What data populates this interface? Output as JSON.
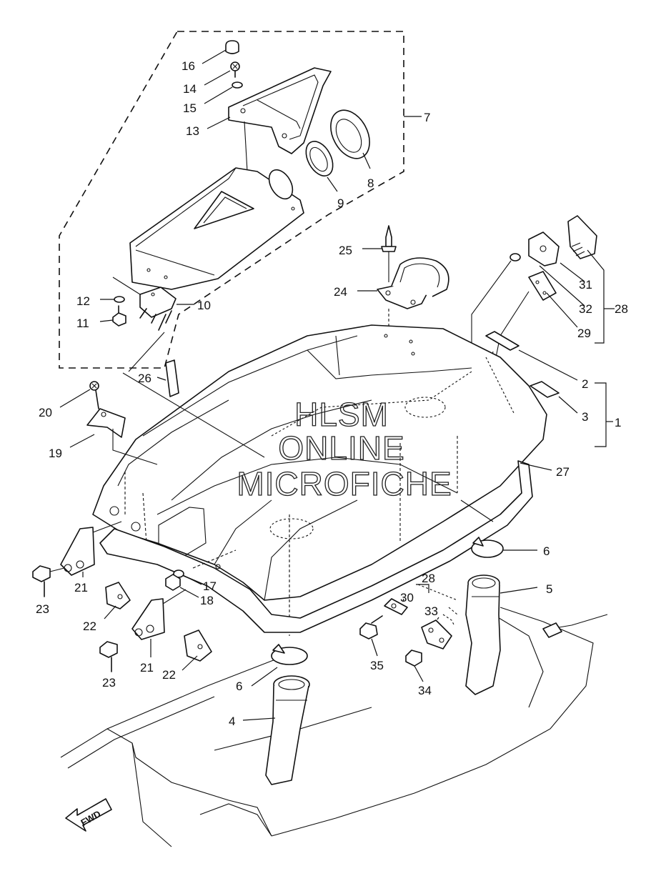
{
  "watermark": {
    "line1": "HLSM",
    "line2": "ONLINE",
    "line3": "MICROFICHE"
  },
  "direction_label": "FWD",
  "callouts": [
    {
      "id": "c16",
      "text": "16"
    },
    {
      "id": "c14",
      "text": "14"
    },
    {
      "id": "c15",
      "text": "15"
    },
    {
      "id": "c13",
      "text": "13"
    },
    {
      "id": "c7",
      "text": "7"
    },
    {
      "id": "c8",
      "text": "8"
    },
    {
      "id": "c9",
      "text": "9"
    },
    {
      "id": "c25",
      "text": "25"
    },
    {
      "id": "c24",
      "text": "24"
    },
    {
      "id": "c12",
      "text": "12"
    },
    {
      "id": "c10",
      "text": "10"
    },
    {
      "id": "c11",
      "text": "11"
    },
    {
      "id": "c31",
      "text": "31"
    },
    {
      "id": "c32",
      "text": "32"
    },
    {
      "id": "c28a",
      "text": "28"
    },
    {
      "id": "c29",
      "text": "29"
    },
    {
      "id": "c26",
      "text": "26"
    },
    {
      "id": "c2",
      "text": "2"
    },
    {
      "id": "c3",
      "text": "3"
    },
    {
      "id": "c1",
      "text": "1"
    },
    {
      "id": "c20",
      "text": "20"
    },
    {
      "id": "c19",
      "text": "19"
    },
    {
      "id": "c27",
      "text": "27"
    },
    {
      "id": "c6a",
      "text": "6"
    },
    {
      "id": "c21a",
      "text": "21"
    },
    {
      "id": "c23a",
      "text": "23"
    },
    {
      "id": "c17",
      "text": "17"
    },
    {
      "id": "c18",
      "text": "18"
    },
    {
      "id": "c28b",
      "text": "28"
    },
    {
      "id": "c30",
      "text": "30"
    },
    {
      "id": "c5",
      "text": "5"
    },
    {
      "id": "c33",
      "text": "33"
    },
    {
      "id": "c22a",
      "text": "22"
    },
    {
      "id": "c35",
      "text": "35"
    },
    {
      "id": "c34",
      "text": "34"
    },
    {
      "id": "c21b",
      "text": "21"
    },
    {
      "id": "c22b",
      "text": "22"
    },
    {
      "id": "c23b",
      "text": "23"
    },
    {
      "id": "c6b",
      "text": "6"
    },
    {
      "id": "c4",
      "text": "4"
    }
  ]
}
